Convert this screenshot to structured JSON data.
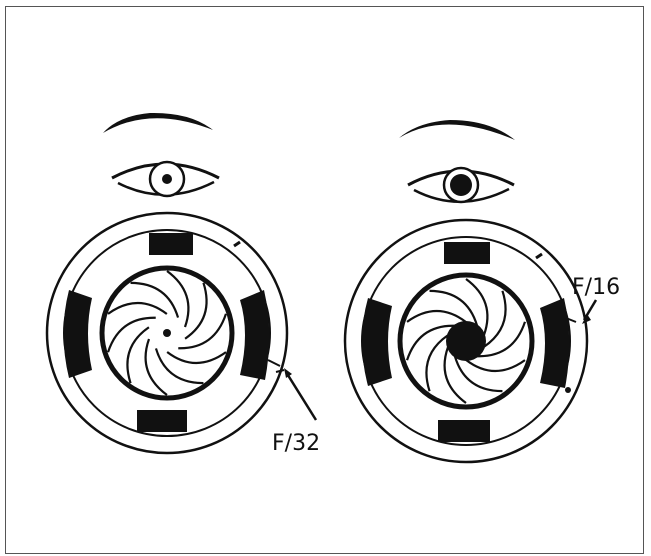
{
  "diagram": {
    "left": {
      "aperture_label": "F/32",
      "pupil": "small"
    },
    "right": {
      "aperture_label": "F/16",
      "pupil": "large"
    }
  }
}
